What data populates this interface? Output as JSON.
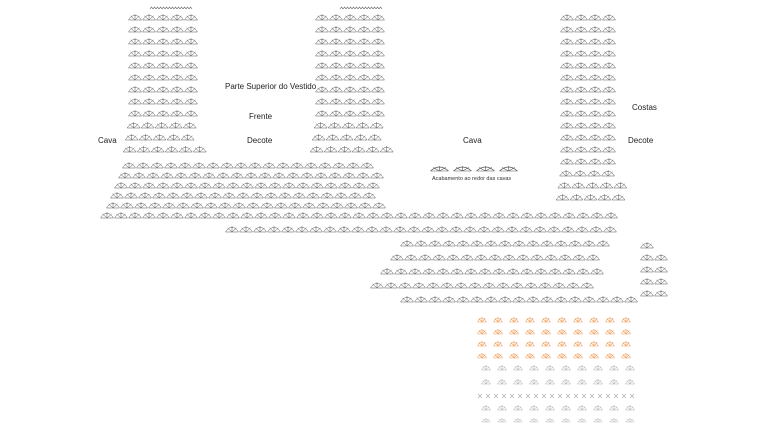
{
  "labels": {
    "title": "Parte Superior do Vestido",
    "front": "Frente",
    "back": "Costas",
    "armhole_left": "Cava",
    "armhole_mid": "Cava",
    "neckline_front": "Decote",
    "neckline_back": "Decote",
    "armhole_finish": "Acabamento ao redor das cavas"
  },
  "colors": {
    "stitch": "#555555",
    "stitch_light": "#aaaaaa",
    "accent": "#f0a060",
    "background": "#ffffff"
  }
}
